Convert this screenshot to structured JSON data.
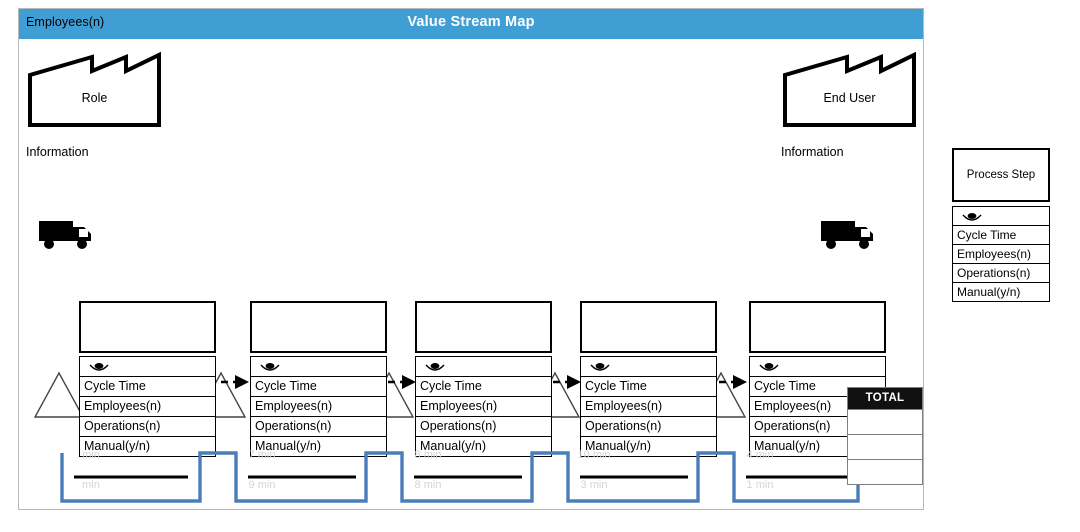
{
  "header": {
    "left_label": "Employees(n)",
    "title": "Value Stream Map",
    "band_color": "#3f9fd4"
  },
  "suppliers": {
    "left": {
      "icon": "factory-icon",
      "label": "Role",
      "info_label": "Information"
    },
    "right": {
      "icon": "factory-icon",
      "label": "End User",
      "info_label": "Information"
    }
  },
  "transport": {
    "left": {
      "icon": "truck-icon"
    },
    "right": {
      "icon": "truck-icon"
    }
  },
  "process_steps": [
    {
      "name": "",
      "icon": "eye-icon",
      "attributes": [
        "Cycle Time",
        "Employees(n)",
        "Operations(n)",
        "Manual(y/n)"
      ]
    },
    {
      "name": "",
      "icon": "eye-icon",
      "attributes": [
        "Cycle Time",
        "Employees(n)",
        "Operations(n)",
        "Manual(y/n)"
      ]
    },
    {
      "name": "",
      "icon": "eye-icon",
      "attributes": [
        "Cycle Time",
        "Employees(n)",
        "Operations(n)",
        "Manual(y/n)"
      ]
    },
    {
      "name": "",
      "icon": "eye-icon",
      "attributes": [
        "Cycle Time",
        "Employees(n)",
        "Operations(n)",
        "Manual(y/n)"
      ]
    },
    {
      "name": "",
      "icon": "eye-icon",
      "attributes": [
        "Cycle Time",
        "Employees(n)",
        "Operations(n)",
        "Manual(y/n)"
      ]
    }
  ],
  "inventory_triangles": 5,
  "push_arrows": 4,
  "timeline": {
    "line_color": "#4a7ebb",
    "segments": [
      {
        "value_added": "min",
        "lead_time": "min"
      },
      {
        "value_added": "7 min",
        "lead_time": "9 min"
      },
      {
        "value_added": "8 min",
        "lead_time": "8 min"
      },
      {
        "value_added": "10 min",
        "lead_time": "3 min"
      },
      {
        "value_added": "4 min",
        "lead_time": "1 min"
      }
    ]
  },
  "total_box": {
    "header": "TOTAL",
    "rows": [
      "",
      "",
      ""
    ],
    "header_bg": "#111111"
  },
  "legend": {
    "box_label": "Process Step",
    "icon": "eye-icon",
    "attributes": [
      "Cycle Time",
      "Employees(n)",
      "Operations(n)",
      "Manual(y/n)"
    ]
  }
}
